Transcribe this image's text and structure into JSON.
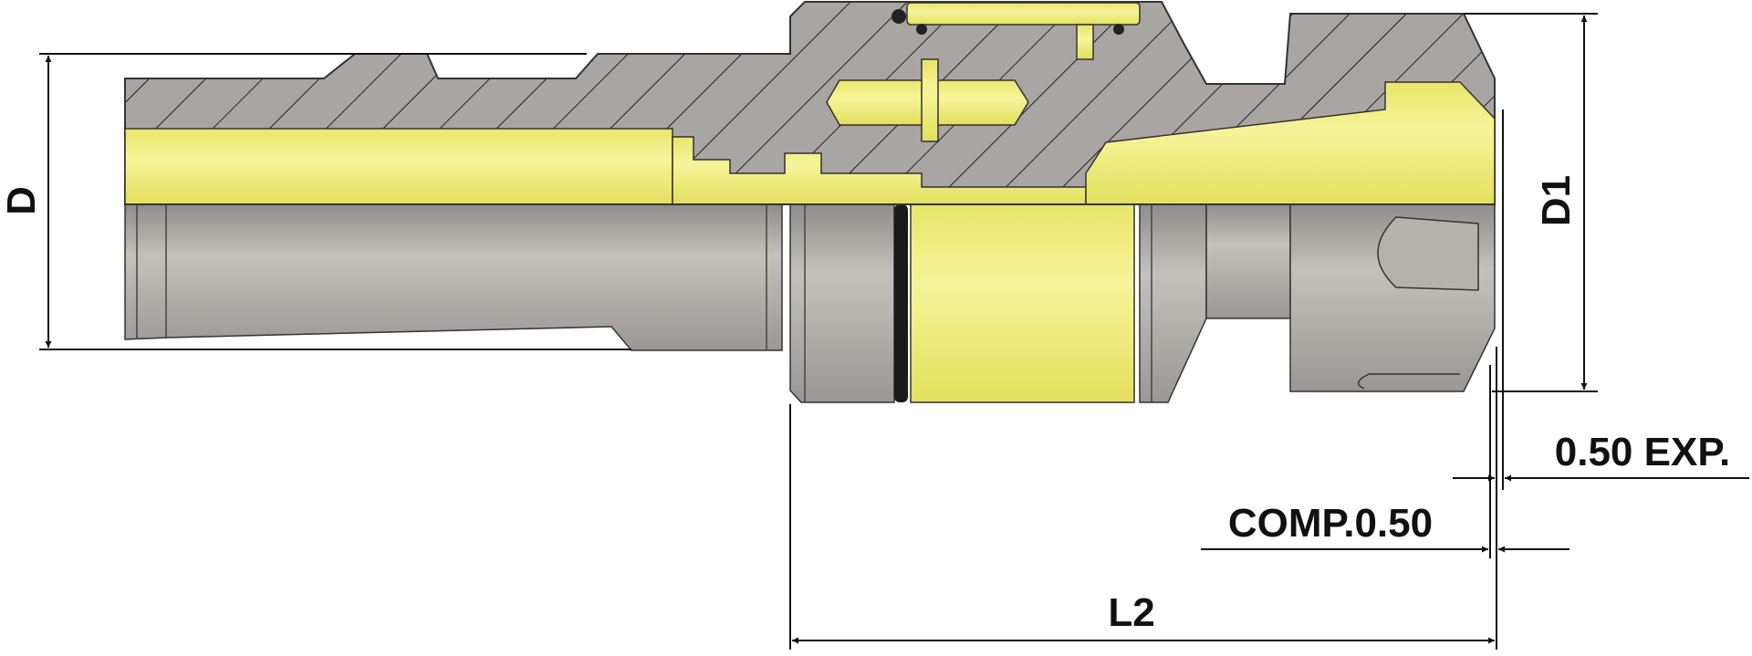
{
  "drawing": {
    "labels": {
      "d": "D",
      "d1": "D1",
      "l2": "L2",
      "comp": "COMP.0.50",
      "exp": "0.50 EXP."
    },
    "colors": {
      "steel": "#a9a6a2",
      "steel_dark": "#8a8784",
      "brass": "#f2ef7a",
      "outline": "#111111"
    }
  }
}
